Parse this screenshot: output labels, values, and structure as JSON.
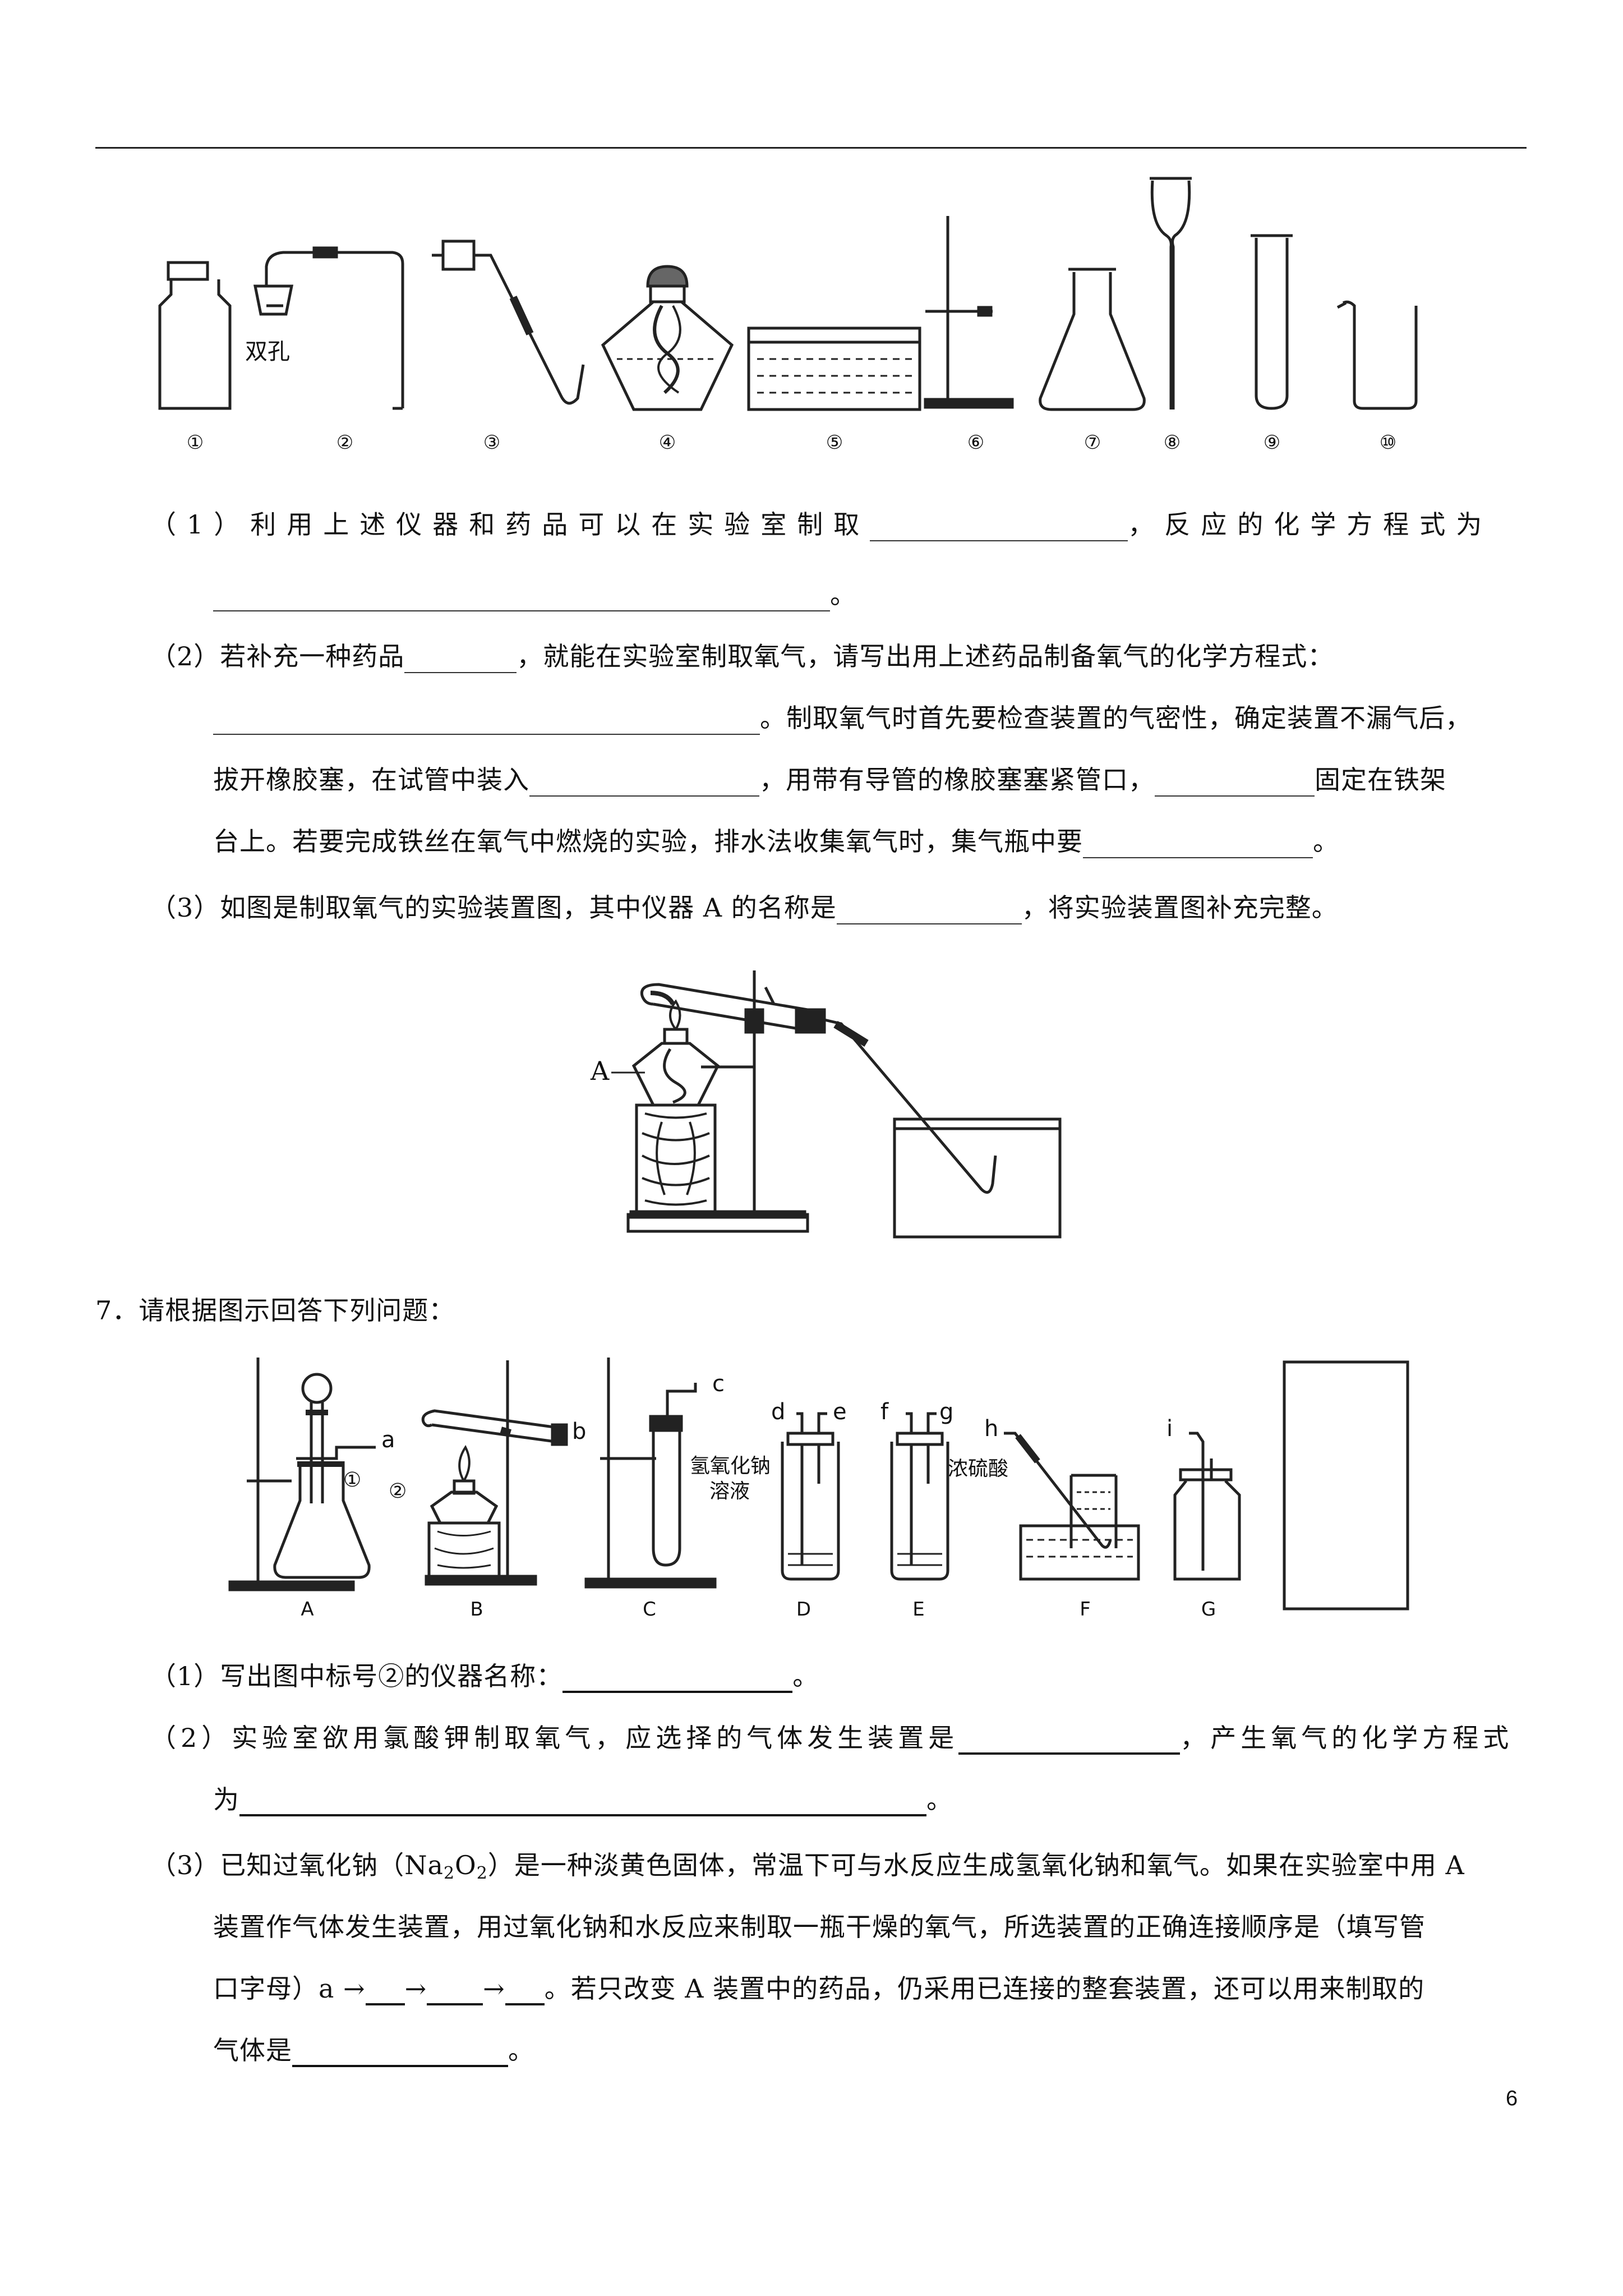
{
  "figure1": {
    "labels": [
      "①",
      "②",
      "③",
      "④",
      "⑤",
      "⑥",
      "⑦",
      "⑧",
      "⑨",
      "⑩"
    ],
    "stopper_label": "双孔"
  },
  "q6": {
    "p1": {
      "a": "（1）利用上述仪器和药品可以在实验室制取",
      "b": "，反应的化学方程式为",
      "c": "。"
    },
    "p2": {
      "a": "（2）若补充一种药品",
      "b": "，就能在实验室制取氧气，请写出用上述药品制备氧气的化学方程式：",
      "c": "。制取氧气时首先要检查装置的气密性，确定装置不漏气后，",
      "d": "拔开橡胶塞，在试管中装入",
      "e": "，用带有导管的橡胶塞塞紧管口，",
      "f": "固定在铁架",
      "g": "台上。若要完成铁丝在氧气中燃烧的实验，排水法收集氧气时，集气瓶中要",
      "h": "。"
    },
    "p3": {
      "a": "（3）如图是制取氧气的实验装置图，其中仪器 A 的名称是",
      "b": "，将实验装置图补充完整。"
    },
    "figure_label_A": "A"
  },
  "q7": {
    "title": "7．请根据图示回答下列问题：",
    "figure": {
      "labels": [
        "A",
        "B",
        "C",
        "D",
        "E",
        "F",
        "G"
      ],
      "ports": [
        "a",
        "b",
        "c",
        "d",
        "e",
        "f",
        "g",
        "h",
        "i"
      ],
      "markers": [
        "①",
        "②"
      ],
      "naoh": [
        "氢氧化钠",
        "溶液"
      ],
      "acid": "浓硫酸"
    },
    "p1": {
      "a": "（1）写出图中标号②的仪器名称：",
      "b": "。"
    },
    "p2": {
      "a": "（2）实验室欲用氯酸钾制取氧气，应选择的气体发生装置是",
      "b": "，产生氧气的化学方程式",
      "c": "为",
      "d": "。"
    },
    "p3": {
      "a": "（3）已知过氧化钠（Na",
      "sub1": "2",
      "a2": "O",
      "sub2": "2",
      "a3": "）是一种淡黄色固体，常温下可与水反应生成氢氧化钠和氧气。如果在实验室中用 A",
      "b": "装置作气体发生装置，用过氧化钠和水反应来制取一瓶干燥的氧气，所选装置的正确连接顺序是（填写管",
      "c": "口字母）a →",
      "arrow": "→",
      "d": "。若只改变 A 装置中的药品，仍采用已连接的整套装置，还可以用来制取的",
      "e": "气体是",
      "f": "。"
    }
  },
  "page_number": "6"
}
